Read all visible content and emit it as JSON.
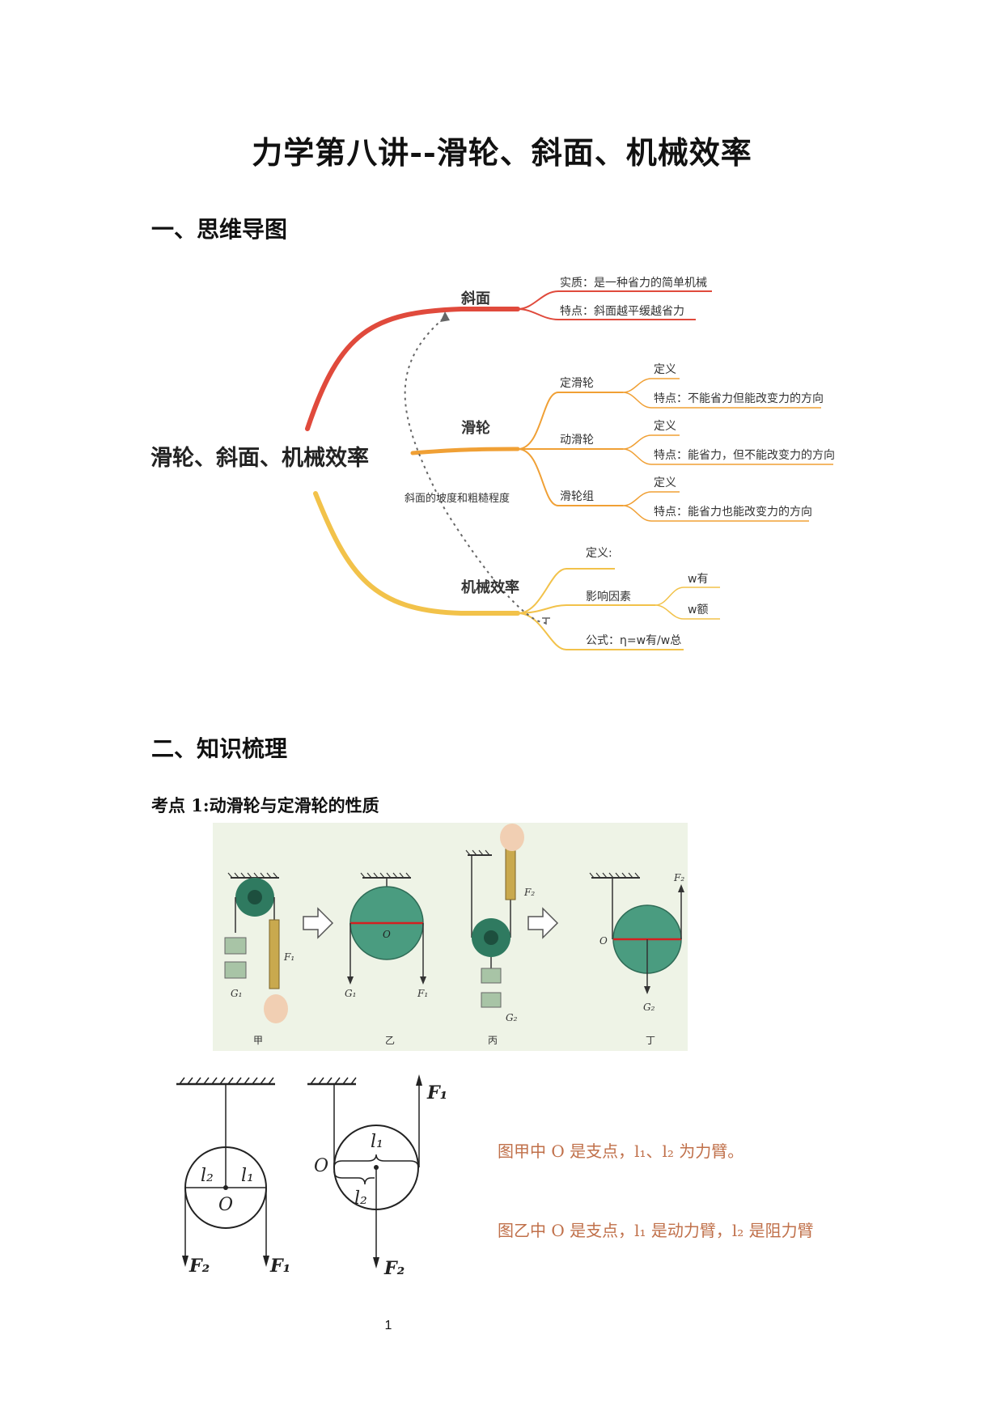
{
  "title": "力学第八讲--滑轮、斜面、机械效率",
  "sections": {
    "s1": "一、思维导图",
    "s2": "二、知识梳理"
  },
  "mindmap": {
    "center": "滑轮、斜面、机械效率",
    "incline": {
      "label": "斜面",
      "essence": "实质：是一种省力的简单机械",
      "feature": "特点：斜面越平缓越省力"
    },
    "pulley": {
      "label": "滑轮",
      "fixed": {
        "label": "定滑轮",
        "def": "定义",
        "feature": "特点：不能省力但能改变力的方向"
      },
      "movable": {
        "label": "动滑轮",
        "def": "定义",
        "feature": "特点：能省力，但不能改变力的方向"
      },
      "group": {
        "label": "滑轮组",
        "def": "定义",
        "feature": "特点：能省力也能改变力的方向"
      }
    },
    "efficiency": {
      "label": "机械效率",
      "def": "定义:",
      "factors": "影响因素",
      "w_useful": "w有",
      "w_extra": "w额",
      "formula": "公式：η=w有/w总"
    },
    "link_label": "斜面的坡度和粗糙程度",
    "colors": {
      "red": "#e04a3c",
      "orange": "#f0a035",
      "yellow": "#f2c24a",
      "text": "#333333"
    }
  },
  "kaodian1": "考点 1:动滑轮与定滑轮的性质",
  "figure1": {
    "bg": "#eef3e6",
    "pulley_color": "#3a8a6e",
    "captions": [
      "甲",
      "乙",
      "丙",
      "丁"
    ],
    "labels": {
      "g1": "G₁",
      "g2": "G₂",
      "f1": "F₁",
      "f2": "F₂",
      "o": "O"
    }
  },
  "figure2": {
    "labels": {
      "l1": "l₁",
      "l2": "l₂",
      "o": "O",
      "f1": "F₁",
      "f2": "F₂"
    },
    "note1": "图甲中 O 是支点，l₁、l₂ 为力臂。",
    "note2": "图乙中 O 是支点，l₁ 是动力臂，l₂ 是阻力臂",
    "note_color": "#c0704a"
  },
  "page_number": "1"
}
